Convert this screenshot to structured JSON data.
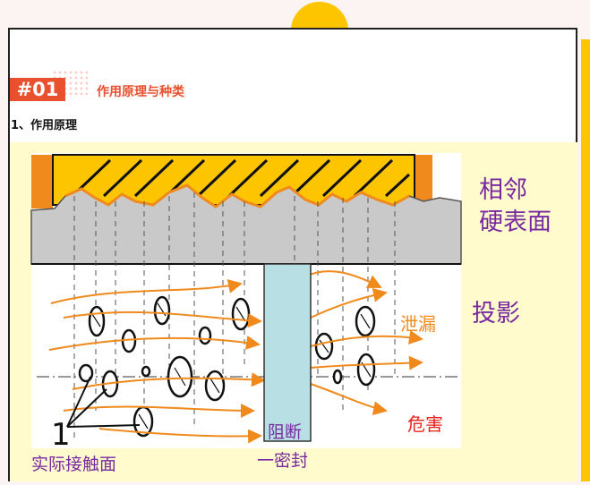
{
  "header": {
    "badge": "#01",
    "section_title": "作用原理与种类"
  },
  "subsection": {
    "title": "1、作用原理"
  },
  "figure": {
    "label_adjacent_line1": "相邻",
    "label_adjacent_line2": "硬表面",
    "label_projection": "投影",
    "label_leakage": "泄漏",
    "label_hazard": "危害",
    "label_block_line1": "阻断",
    "label_block_line2": "一密封",
    "label_count": "1",
    "label_contact": "实际接触面"
  },
  "colors": {
    "accent": "#e8502e",
    "yellow": "#fdc500",
    "figure_bg": "#fffbcc",
    "purple": "#7a2aa0",
    "orange": "#f08a1c",
    "red": "#e8211b"
  }
}
